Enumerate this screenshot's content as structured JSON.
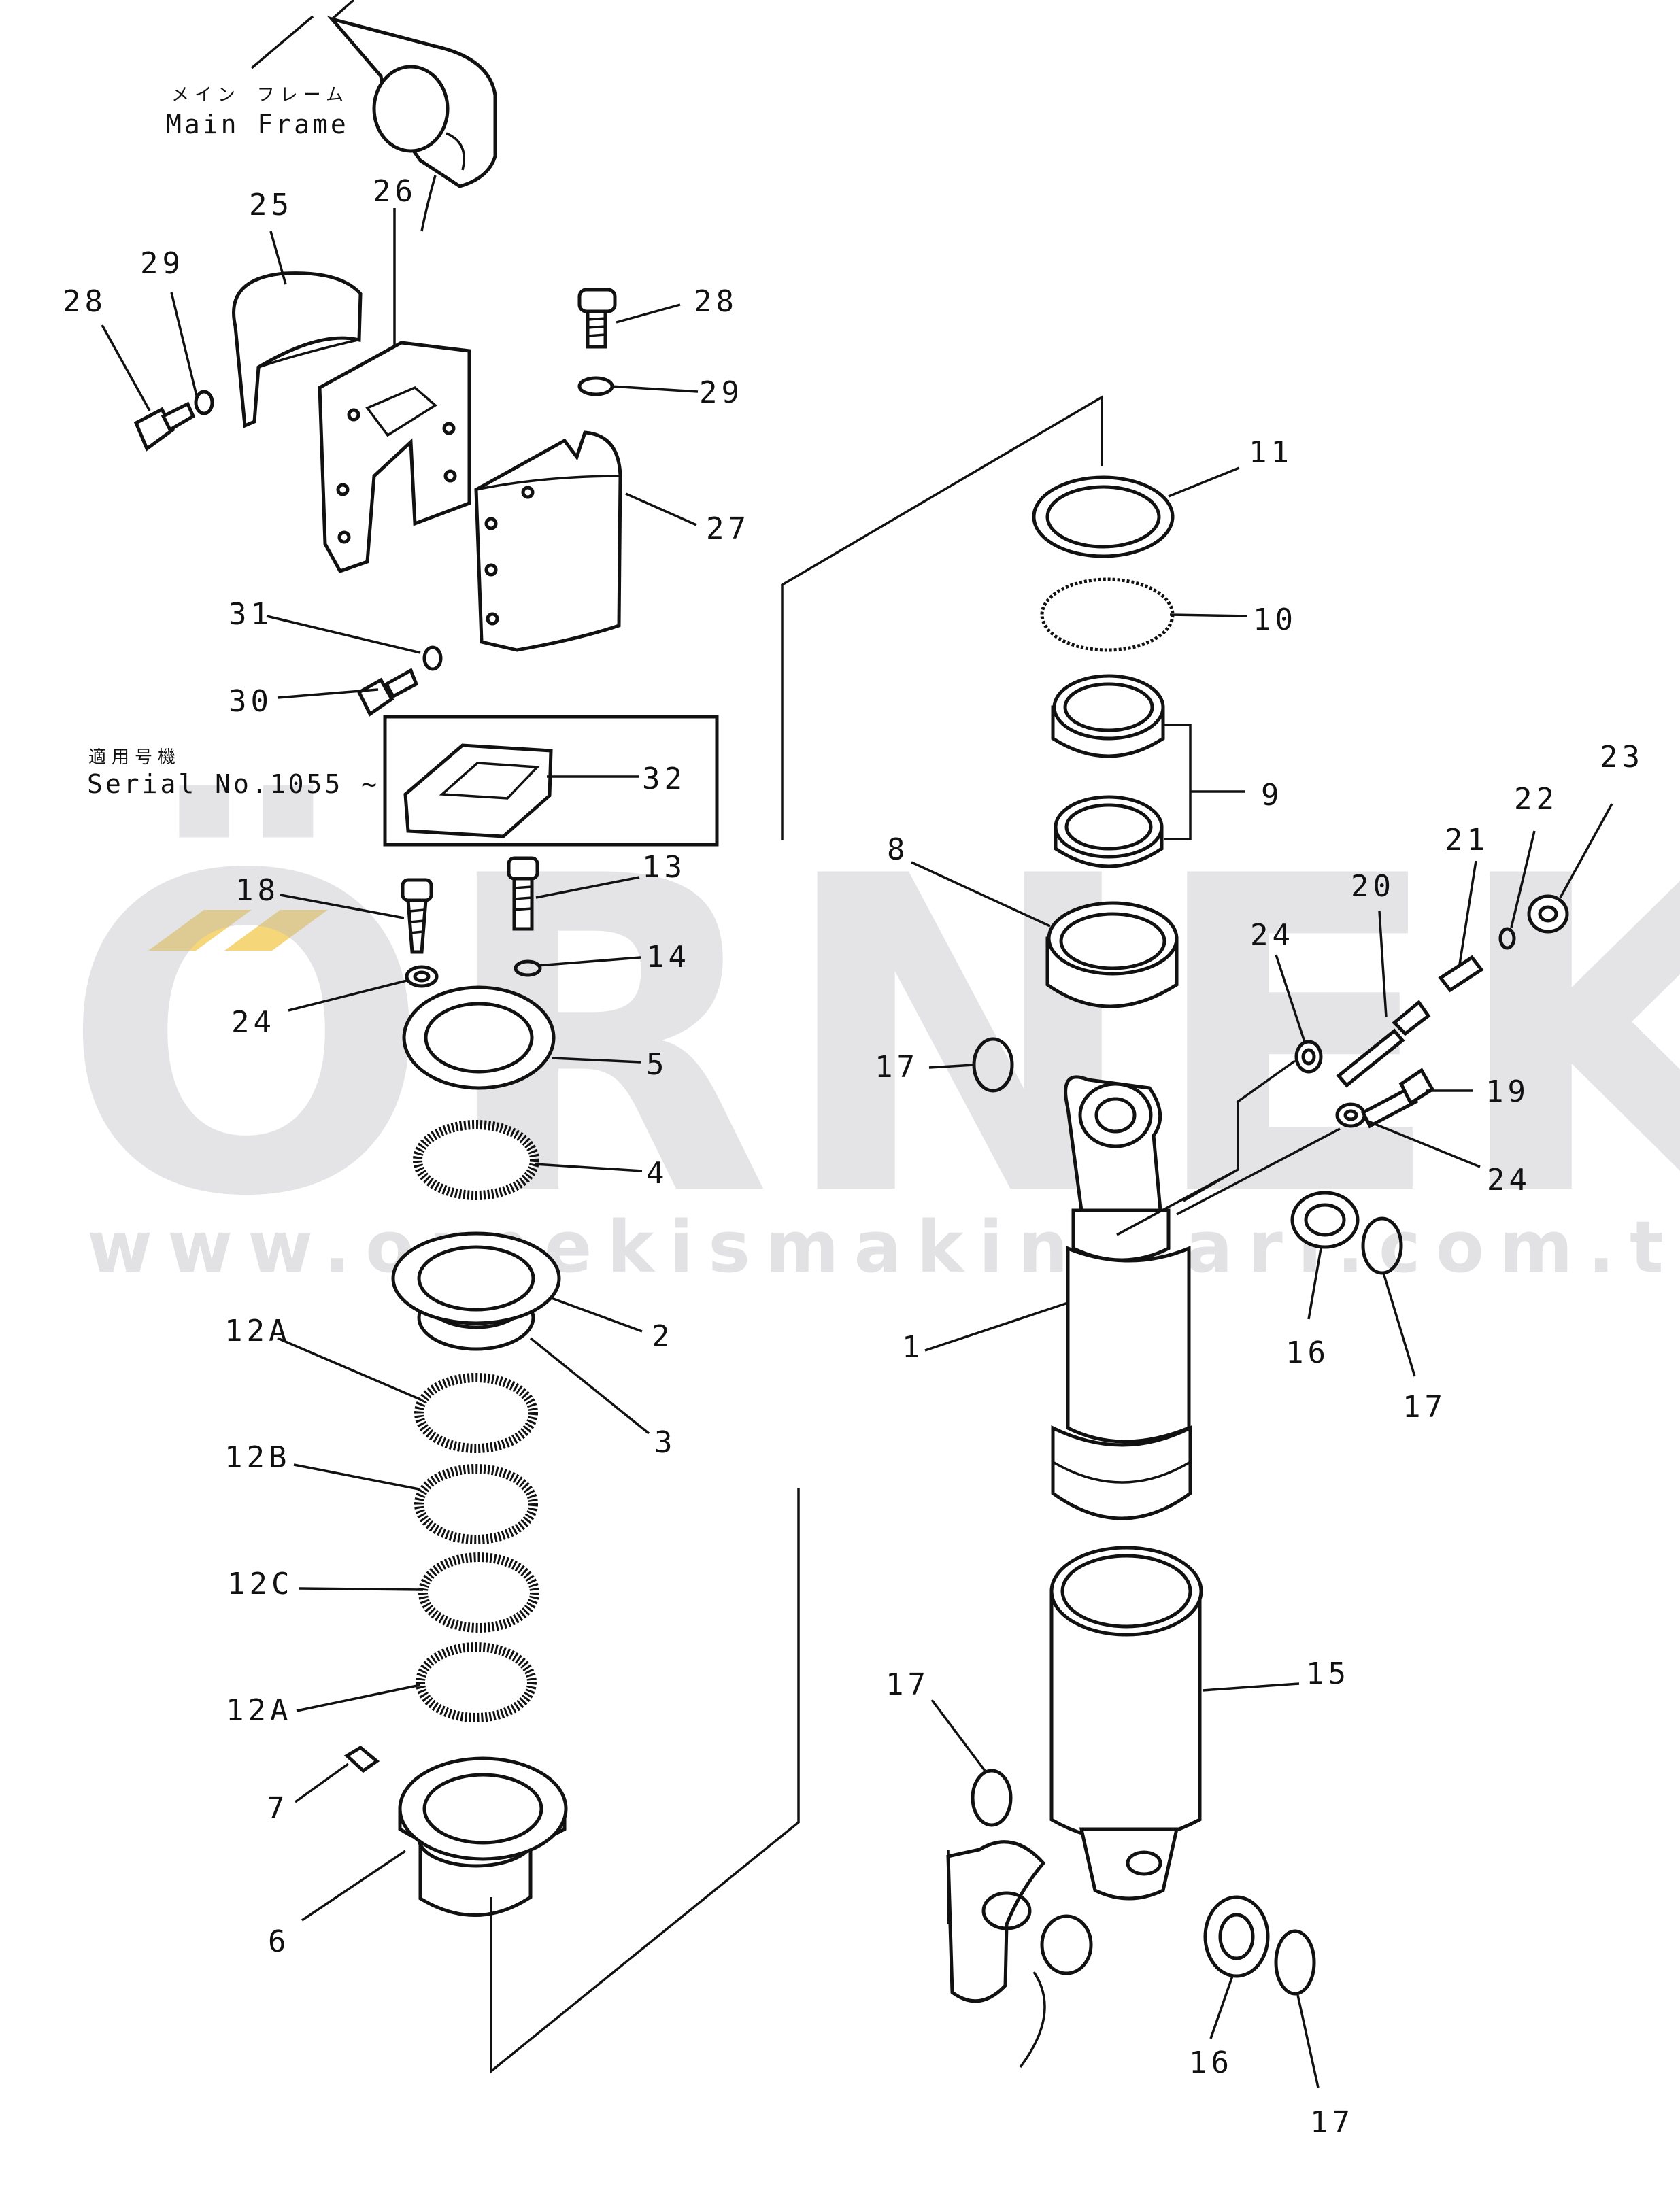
{
  "watermark": {
    "brand": "ÖRNEK",
    "url": "www.ornekismakinalari.com.tr",
    "accent_color": "#f5d77a"
  },
  "labels": {
    "main_frame_jp": "メイン フレーム",
    "main_frame_en": "Main  Frame",
    "serial_jp": "適用号機",
    "serial_en": "Serial  No.1055 ~"
  },
  "callouts": [
    {
      "id": "c28a",
      "text": "28"
    },
    {
      "id": "c29a",
      "text": "29"
    },
    {
      "id": "c25",
      "text": "25"
    },
    {
      "id": "c26",
      "text": "26"
    },
    {
      "id": "c28b",
      "text": "28"
    },
    {
      "id": "c29b",
      "text": "29"
    },
    {
      "id": "c27",
      "text": "27"
    },
    {
      "id": "c31",
      "text": "31"
    },
    {
      "id": "c30",
      "text": "30"
    },
    {
      "id": "c32",
      "text": "32"
    },
    {
      "id": "c18",
      "text": "18"
    },
    {
      "id": "c13",
      "text": "13"
    },
    {
      "id": "c14",
      "text": "14"
    },
    {
      "id": "c24a",
      "text": "24"
    },
    {
      "id": "c5",
      "text": "5"
    },
    {
      "id": "c4",
      "text": "4"
    },
    {
      "id": "c2",
      "text": "2"
    },
    {
      "id": "c3",
      "text": "3"
    },
    {
      "id": "c12a1",
      "text": "12A"
    },
    {
      "id": "c12b",
      "text": "12B"
    },
    {
      "id": "c12c",
      "text": "12C"
    },
    {
      "id": "c12a2",
      "text": "12A"
    },
    {
      "id": "c7",
      "text": "7"
    },
    {
      "id": "c6",
      "text": "6"
    },
    {
      "id": "c11",
      "text": "11"
    },
    {
      "id": "c10",
      "text": "10"
    },
    {
      "id": "c9",
      "text": "9"
    },
    {
      "id": "c8",
      "text": "8"
    },
    {
      "id": "c23",
      "text": "23"
    },
    {
      "id": "c22",
      "text": "22"
    },
    {
      "id": "c21",
      "text": "21"
    },
    {
      "id": "c20",
      "text": "20"
    },
    {
      "id": "c24b",
      "text": "24"
    },
    {
      "id": "c17a",
      "text": "17"
    },
    {
      "id": "c19",
      "text": "19"
    },
    {
      "id": "c24c",
      "text": "24"
    },
    {
      "id": "c1",
      "text": "1"
    },
    {
      "id": "c16a",
      "text": "16"
    },
    {
      "id": "c17b",
      "text": "17"
    },
    {
      "id": "c15",
      "text": "15"
    },
    {
      "id": "c17c",
      "text": "17"
    },
    {
      "id": "c16b",
      "text": "16"
    },
    {
      "id": "c17d",
      "text": "17"
    }
  ]
}
